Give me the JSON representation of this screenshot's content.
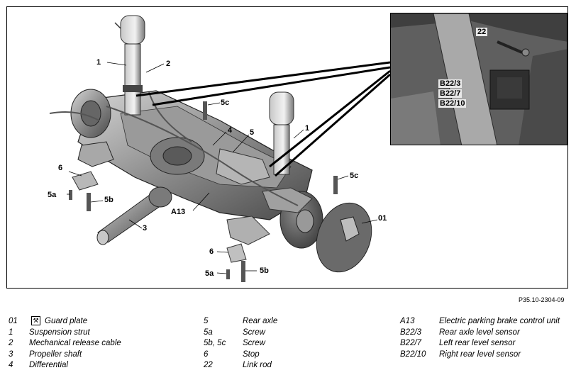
{
  "figure": {
    "ref_code": "P35.10-2304-09",
    "callouts": {
      "c1a": "1",
      "c2": "2",
      "c5c_top": "5c",
      "c4": "4",
      "c5": "5",
      "c1b": "1",
      "c6_left": "6",
      "c5a_left": "5a",
      "c5b_left": "5b",
      "c3": "3",
      "cA13": "A13",
      "c5c_right": "5c",
      "c01": "01",
      "c6_bottom": "6",
      "c5a_bottom": "5a",
      "c5b_bottom": "5b"
    },
    "inset": {
      "c22": "22",
      "sensor_labels": [
        "B22/3",
        "B22/7",
        "B22/10"
      ]
    }
  },
  "legend": {
    "col1": [
      {
        "key": "01",
        "text": "Guard plate",
        "icon": "wrench-icon"
      },
      {
        "key": "1",
        "text": "Suspension strut"
      },
      {
        "key": "2",
        "text": "Mechanical release cable"
      },
      {
        "key": "3",
        "text": "Propeller shaft"
      },
      {
        "key": "4",
        "text": "Differential"
      }
    ],
    "col2": [
      {
        "key": "5",
        "text": "Rear axle"
      },
      {
        "key": "5a",
        "text": "Screw"
      },
      {
        "key": "5b, 5c",
        "text": "Screw"
      },
      {
        "key": "6",
        "text": "Stop"
      },
      {
        "key": "22",
        "text": "Link rod"
      }
    ],
    "col3": [
      {
        "key": "A13",
        "text": "Electric parking brake control unit"
      },
      {
        "key": "B22/3",
        "text": "Rear axle level sensor"
      },
      {
        "key": "B22/7",
        "text": "Left rear level sensor"
      },
      {
        "key": "B22/10",
        "text": "Right rear level sensor"
      }
    ]
  }
}
